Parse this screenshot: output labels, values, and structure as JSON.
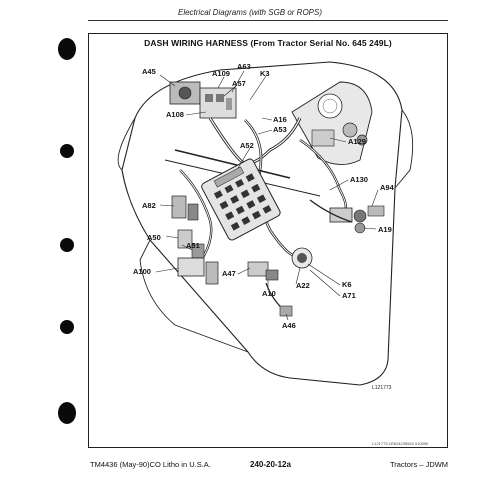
{
  "header": {
    "title": "Electrical Diagrams (with SGB or ROPS)"
  },
  "figure": {
    "title": "DASH WIRING HARNESS (From Tractor Serial No. 645 249L)",
    "labels": {
      "a45": "A45",
      "a109": "A109",
      "a63": "A63",
      "k3": "K3",
      "a57": "A57",
      "a108": "A108",
      "a16": "A16",
      "a53": "A53",
      "a129": "A129",
      "a52": "A52",
      "a130": "A130",
      "a94": "A94",
      "a82": "A82",
      "a19": "A19",
      "a50": "A50",
      "a51": "A51",
      "a100": "A100",
      "a47": "A47",
      "k6": "K6",
      "a22": "A22",
      "a71": "A71",
      "a10": "A10",
      "a46": "A46"
    },
    "illustration_id": "L121773",
    "ref_code": "L121773 LR624235542 010990"
  },
  "footer": {
    "left": "TM4436 (May-90)CO Litho in U.S.A.",
    "center": "240-20-12a",
    "right": "Tractors – JDWM"
  }
}
